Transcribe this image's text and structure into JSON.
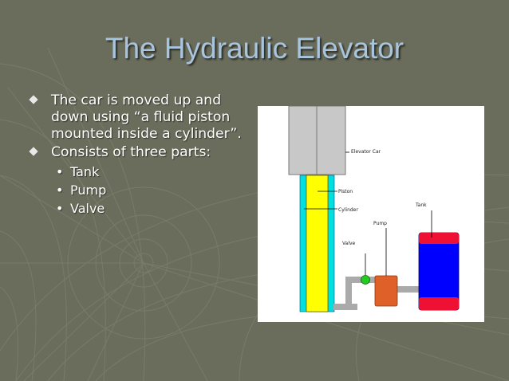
{
  "slide": {
    "title": "The Hydraulic Elevator",
    "bullets": [
      {
        "text": "The car is moved up and down using “a fluid piston mounted inside a cylinder”.",
        "lines": [
          "The car is moved up and",
          "down using “a fluid piston",
          "mounted inside a cylinder”."
        ]
      },
      {
        "text": "Consists of three parts:",
        "lines": [
          "Consists of three parts:"
        ]
      }
    ],
    "sub_bullets": [
      "Tank",
      "Pump",
      "Valve"
    ],
    "bullet_marker": "•"
  },
  "diagram": {
    "labels": {
      "car": "Elevator Car",
      "piston": "Piston",
      "cylinder": "Cylinder",
      "tank": "Tank",
      "pump": "Pump",
      "valve": "Valve"
    },
    "colors": {
      "background": "#6b6d5c",
      "title": "#a9c4dd",
      "car": "#c8c8c8",
      "piston": "#ffff00",
      "cylinder": "#00e0e0",
      "tank_body": "#0000ff",
      "tank_caps": "#ee1133",
      "pump": "#e0602a",
      "valve": "#22cc22",
      "pipe": "#aaaaaa"
    }
  }
}
